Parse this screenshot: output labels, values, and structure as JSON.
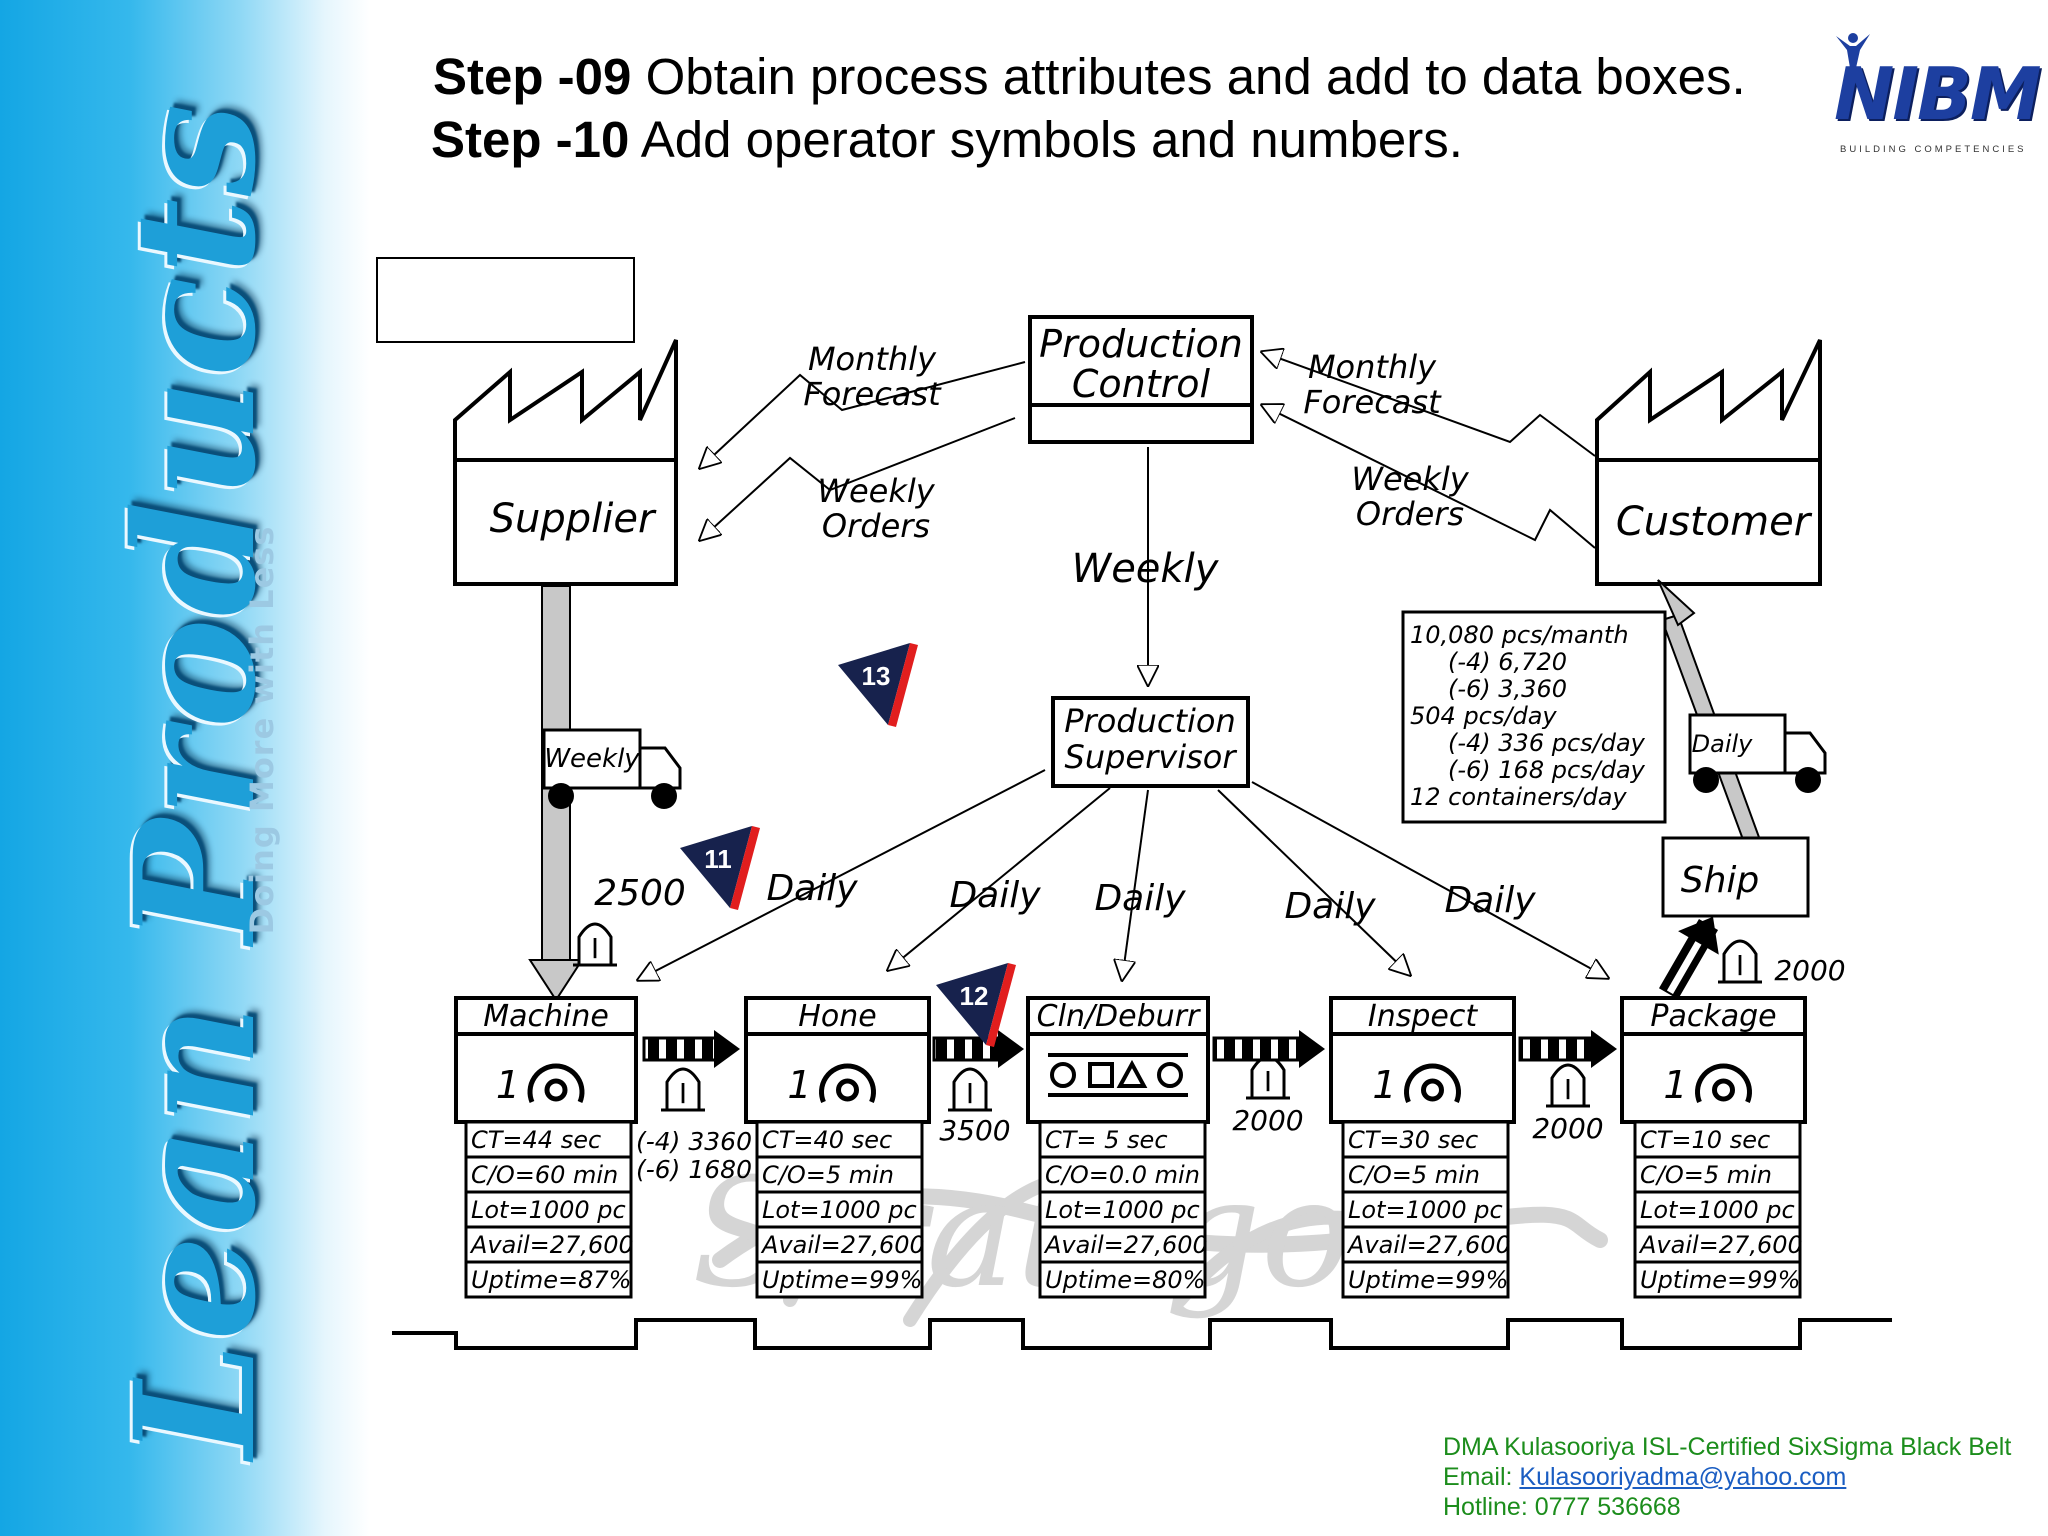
{
  "header": {
    "step09_number": "Step -09",
    "step09_text": " Obtain process attributes and add to data boxes.",
    "step10_number": "Step -10",
    "step10_text": " Add operator symbols and numbers."
  },
  "logo": {
    "wordmark": "NIBM",
    "tagline": "BUILDING COMPETENCIES"
  },
  "sidebar": {
    "brand": "Lean Products",
    "tagline": "Doing More with Less"
  },
  "diagram": {
    "production_control_line1": "Production",
    "production_control_line2": "Control",
    "production_supervisor_line1": "Production",
    "production_supervisor_line2": "Supervisor",
    "supplier": "Supplier",
    "customer": "Customer",
    "left_forecast_line1": "Monthly",
    "left_forecast_line2": "Forecast",
    "left_orders_line1": "Weekly",
    "left_orders_line2": "Orders",
    "right_forecast_line1": "Monthly",
    "right_forecast_line2": "Forecast",
    "right_orders_line1": "Weekly",
    "right_orders_line2": "Orders",
    "weekly_schedule": "Weekly",
    "supplier_truck": "Weekly",
    "customer_truck": "Daily",
    "ship": "Ship",
    "daily_label": "Daily",
    "inventory_raw": "2500",
    "inventory_after_machine_line1": "(-4) 3360",
    "inventory_after_machine_line2": "(-6) 1680",
    "inventory_after_hone": "3500",
    "inventory_after_cln": "2000",
    "inventory_after_inspect": "2000",
    "inventory_finished": "2000",
    "inventory_symbol": "I",
    "customer_demand": [
      "10,080 pcs/manth",
      "(-4) 6,720",
      "(-6) 3,360",
      "504 pcs/day",
      "(-4) 336 pcs/day",
      "(-6) 168 pcs/day",
      "12 containers/day"
    ],
    "kaizen_bursts": [
      "13",
      "11",
      "12"
    ],
    "processes": [
      {
        "name": "Machine",
        "operators": "1",
        "ct": "CT=44 sec",
        "co": "C/O=60 min",
        "lot": "Lot=1000 pc",
        "avail": "Avail=27,600",
        "uptime": "Uptime=87%"
      },
      {
        "name": "Hone",
        "operators": "1",
        "ct": "CT=40 sec",
        "co": "C/O=5 min",
        "lot": "Lot=1000 pc",
        "avail": "Avail=27,600",
        "uptime": "Uptime=99%"
      },
      {
        "name": "Cln/Deburr",
        "operators": "",
        "ct": "CT= 5 sec",
        "co": "C/O=0.0 min",
        "lot": "Lot=1000 pc",
        "avail": "Avail=27,600",
        "uptime": "Uptime=80%"
      },
      {
        "name": "Inspect",
        "operators": "1",
        "ct": "CT=30 sec",
        "co": "C/O=5 min",
        "lot": "Lot=1000 pc",
        "avail": "Avail=27,600",
        "uptime": "Uptime=99%"
      },
      {
        "name": "Package",
        "operators": "1",
        "ct": "CT=10 sec",
        "co": "C/O=5 min",
        "lot": "Lot=1000 pc",
        "avail": "Avail=27,600",
        "uptime": "Uptime=99%"
      }
    ],
    "watermark": "Strategos"
  },
  "footer": {
    "line1": "DMA Kulasooriya ISL-Certified SixSigma Black Belt",
    "email_label": "Email: ",
    "email": "Kulasooriyadma@yahoo.com",
    "hotline": "Hotline: 0777 536668"
  }
}
